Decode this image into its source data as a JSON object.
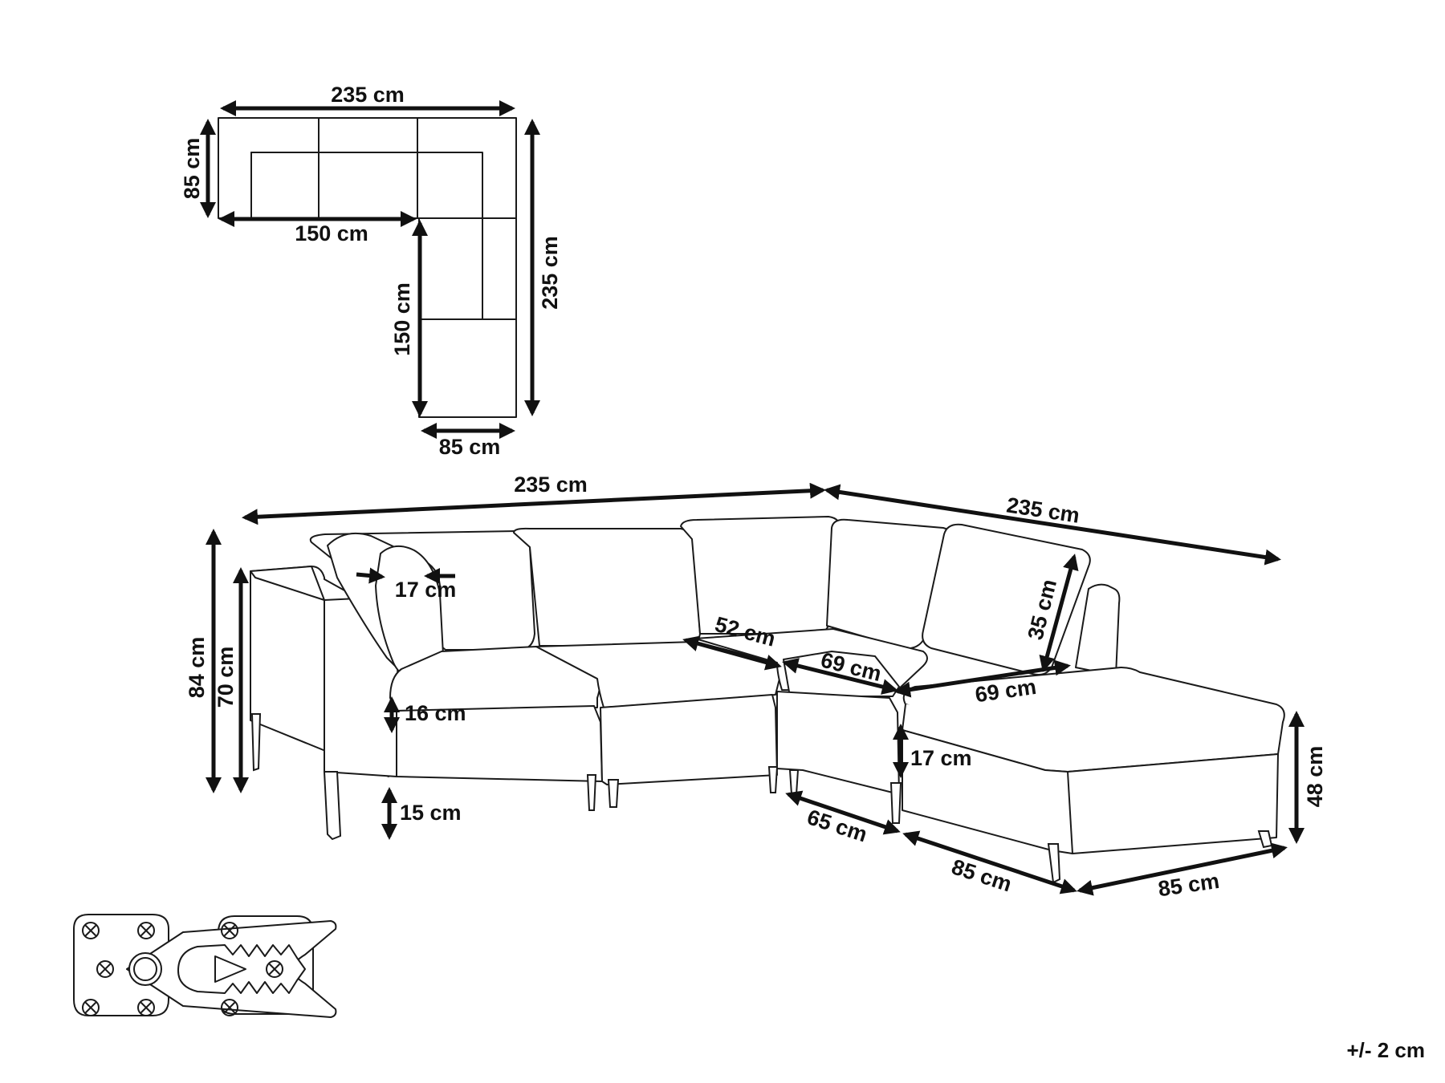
{
  "top_view": {
    "top_width": "235 cm",
    "left_depth": "85 cm",
    "left_arm_length": "150 cm",
    "right_height": "235 cm",
    "inner_height": "150 cm",
    "bottom_width": "85 cm"
  },
  "perspective": {
    "overall_length_left": "235 cm",
    "overall_length_right": "235 cm",
    "total_height": "84 cm",
    "armrest_height": "70 cm",
    "armrest_width": "17 cm",
    "seat_depth": "52 cm",
    "backrest_height": "35 cm",
    "corner_seat_depth": "69 cm",
    "ottoman_seat_depth": "69 cm",
    "seat_cushion_height": "16 cm",
    "leg_height": "15 cm",
    "ottoman_height": "48 cm",
    "seat_base_height": "17 cm",
    "module_width": "65 cm",
    "ottoman_length": "85 cm",
    "ottoman_width": "85 cm"
  },
  "tolerance": "+/- 2 cm"
}
